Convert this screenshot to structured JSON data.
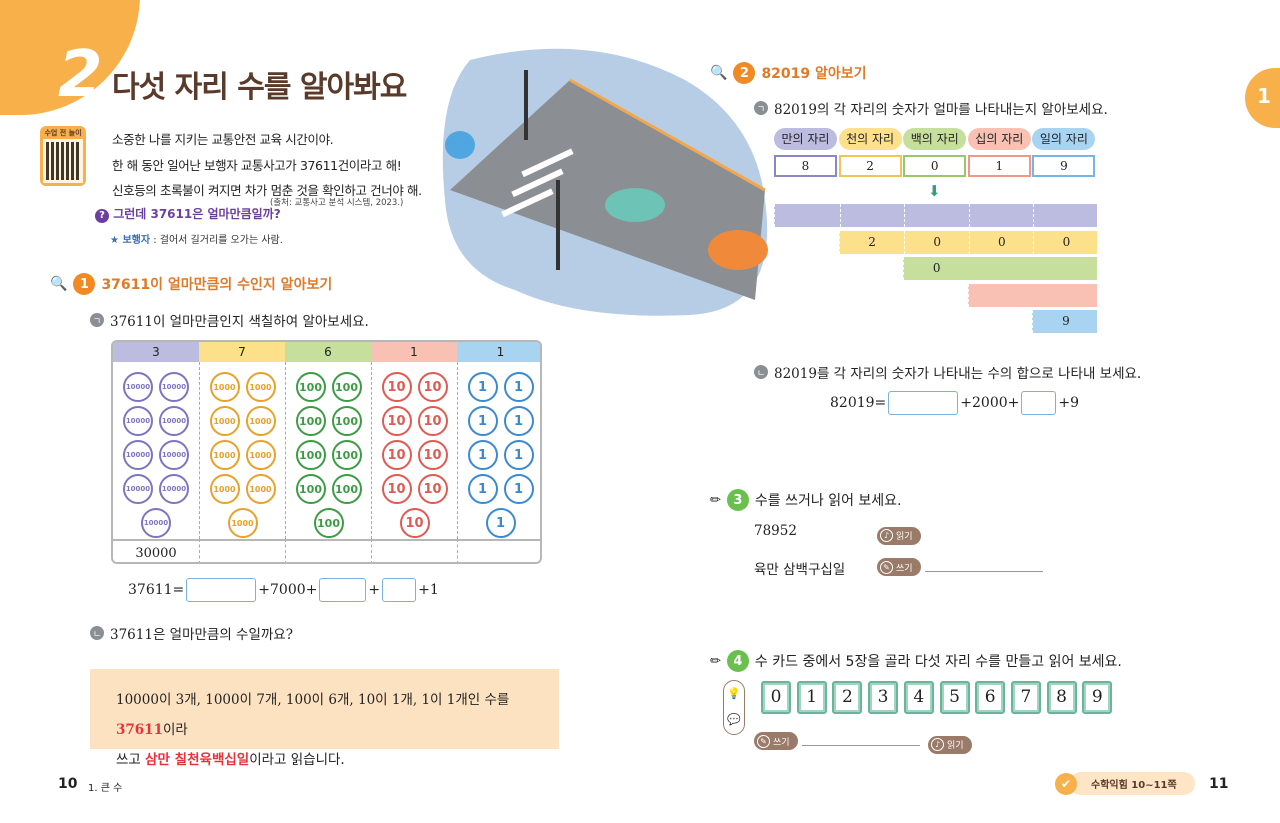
{
  "left": {
    "chapter_number": "2",
    "title": "다섯 자리 수를 알아봐요",
    "qr_label": "수업 전 놀이",
    "intro_lines": [
      "소중한 나를 지키는 교통안전 교육 시간이야.",
      "한 해 동안 일어난 보행자 교통사고가 37611건이라고 해!",
      "신호등의 초록불이 켜지면 차가 멈춘 것을 확인하고 건너야 해."
    ],
    "source": "(출처: 교통사고 분석 시스템, 2023.)",
    "question_mark": "?",
    "question": "그런데 37611은 얼마만큼일까?",
    "definition_term": "★ 보행자",
    "definition_text": ": 걸어서 길거리를 오가는 사람.",
    "section1": {
      "num": "1",
      "title": "37611이 얼마만큼의 수인지 알아보기",
      "sub_a_mark": "ㄱ",
      "sub_a": "37611이 얼마만큼인지 색칠하여 알아보세요.",
      "headers": [
        "3",
        "7",
        "6",
        "1",
        "1"
      ],
      "coins": [
        {
          "label": "10000",
          "count": 9
        },
        {
          "label": "1000",
          "count": 9
        },
        {
          "label": "100",
          "count": 9
        },
        {
          "label": "10",
          "count": 9
        },
        {
          "label": "1",
          "count": 9
        }
      ],
      "footer": [
        "30000",
        "",
        "",
        "",
        ""
      ],
      "eq": {
        "start": "37611=",
        "p1": "+7000+",
        "p2": "+",
        "p3": "+1"
      },
      "sub_b_mark": "ㄴ",
      "sub_b": "37611은 얼마만큼의 수일까요?",
      "note_1": "10000이 3개, 1000이 7개, 100이 6개, 10이 1개, 1이 1개인 수를 ",
      "note_num": "37611",
      "note_2": "이라",
      "note_3": "쓰고 ",
      "note_read": "삼만 칠천육백십일",
      "note_4": "이라고 읽습니다."
    },
    "page_number": "10",
    "chapter_label": "1. 큰 수"
  },
  "right": {
    "side_tab": "1",
    "section2": {
      "num": "2",
      "title": "82019 알아보기",
      "sub_a_mark": "ㄱ",
      "sub_a": "82019의 각 자리의 숫자가 얼마를 나타내는지 알아보세요.",
      "places": [
        "만의 자리",
        "천의 자리",
        "백의 자리",
        "십의 자리",
        "일의 자리"
      ],
      "digits": [
        "8",
        "2",
        "0",
        "1",
        "9"
      ],
      "bars": [
        [
          "",
          "",
          "",
          "",
          ""
        ],
        [
          "2",
          "0",
          "0",
          "0"
        ],
        [
          "0"
        ],
        [
          ""
        ],
        [
          "9"
        ]
      ],
      "sub_b_mark": "ㄴ",
      "sub_b": "82019를 각 자리의 숫자가 나타내는 수의 합으로 나타내 보세요.",
      "eq": {
        "start": "82019=",
        "p1": "+2000+",
        "p2": "+9"
      }
    },
    "section3": {
      "num": "3",
      "title": "수를 쓰거나 읽어 보세요.",
      "item1": "78952",
      "item1_chip": "읽기",
      "item2": "육만 삼백구십일",
      "item2_chip": "쓰기"
    },
    "section4": {
      "num": "4",
      "title": "수 카드 중에서 5장을 골라 다섯 자리 수를 만들고 읽어 보세요.",
      "cards": [
        "0",
        "1",
        "2",
        "3",
        "4",
        "5",
        "6",
        "7",
        "8",
        "9"
      ],
      "write_chip": "쓰기",
      "read_chip": "읽기"
    },
    "footer_badge": "수학익힘  10~11쪽",
    "page_number": "11"
  }
}
